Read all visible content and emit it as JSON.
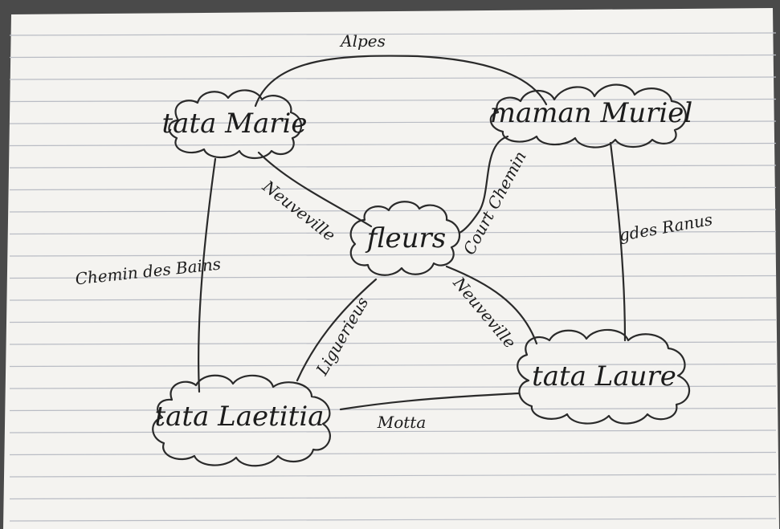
{
  "diagram": {
    "nodes": [
      {
        "id": "tata_marie",
        "label": "tata Marie"
      },
      {
        "id": "maman_muriel",
        "label": "maman Muriel"
      },
      {
        "id": "fleurs",
        "label": "fleurs"
      },
      {
        "id": "tata_laure",
        "label": "tata Laure"
      },
      {
        "id": "tata_laetitia",
        "label": "tata Laetitia"
      }
    ],
    "edges": [
      {
        "from": "tata_marie",
        "to": "maman_muriel",
        "label": "Alpes"
      },
      {
        "from": "tata_marie",
        "to": "fleurs",
        "label": "Neuveville"
      },
      {
        "from": "tata_marie",
        "to": "tata_laetitia",
        "label": "Chemin des Bains"
      },
      {
        "from": "maman_muriel",
        "to": "fleurs",
        "label": "Court Chemin"
      },
      {
        "from": "maman_muriel",
        "to": "tata_laure",
        "label": "gdes Ranus"
      },
      {
        "from": "fleurs",
        "to": "tata_laure",
        "label": "Neuveville"
      },
      {
        "from": "fleurs",
        "to": "tata_laetitia",
        "label": "Liguerieus"
      },
      {
        "from": "tata_laetitia",
        "to": "tata_laure",
        "label": "Motta"
      }
    ]
  },
  "colors": {
    "paper": "#f4f3f0",
    "ruling": "#b9bcc4",
    "ink": "#1c1c1c",
    "background": "#4a4a4a"
  }
}
